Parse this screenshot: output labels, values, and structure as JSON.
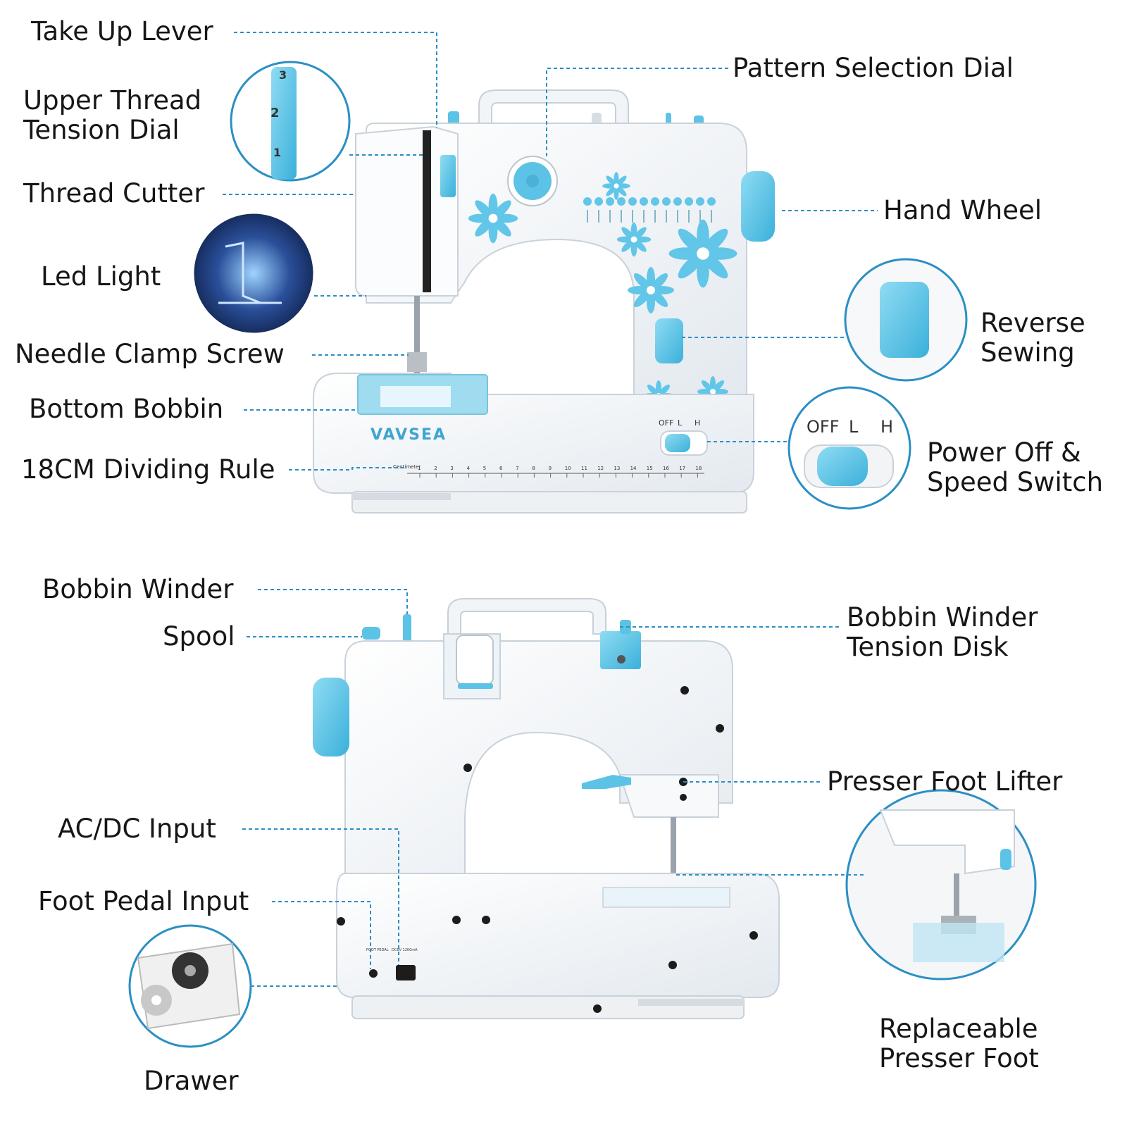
{
  "brand": "VAVSEA",
  "colors": {
    "accent": "#5cc3e6",
    "accent_dark": "#2f9fcf",
    "leader": "#2b8fc4",
    "body": "#f4f7fa"
  },
  "top_labels": {
    "take_up_lever": "Take Up Lever",
    "upper_thread_tension_dial": [
      "Upper Thread",
      "Tension Dial"
    ],
    "thread_cutter": "Thread Cutter",
    "led_light": "Led Light",
    "needle_clamp_screw": "Needle Clamp Screw",
    "bottom_bobbin": "Bottom Bobbin",
    "dividing_rule": "18CM Dividing Rule",
    "pattern_selection_dial": "Pattern Selection Dial",
    "hand_wheel": "Hand Wheel",
    "reverse_sewing": [
      "Reverse",
      "Sewing"
    ],
    "power_speed_switch": [
      "Power Off &",
      "Speed Switch"
    ]
  },
  "bottom_labels": {
    "bobbin_winder": "Bobbin Winder",
    "spool": "Spool",
    "ac_dc_input": "AC/DC Input",
    "foot_pedal_input": "Foot Pedal Input",
    "drawer": "Drawer",
    "bobbin_winder_tension_disk": [
      "Bobbin Winder",
      "Tension Disk"
    ],
    "presser_foot_lifter": "Presser Foot Lifter",
    "replaceable_presser_foot": [
      "Replaceable",
      "Presser Foot"
    ]
  },
  "switch_labels": {
    "off": "OFF",
    "low": "L",
    "high": "H"
  },
  "ruler": {
    "unit": "Centimeter",
    "ticks": [
      "1",
      "2",
      "3",
      "4",
      "5",
      "6",
      "7",
      "8",
      "9",
      "10",
      "11",
      "12",
      "13",
      "14",
      "15",
      "16",
      "17",
      "18"
    ]
  },
  "tension_dial_numbers": [
    "3",
    "2",
    "1"
  ],
  "rear_ports": {
    "foot_pedal": "FOOT PEDAL",
    "dc": "DC6V 1200mA"
  },
  "icons": [
    "led-light-icon",
    "spool-thread-icon",
    "bobbin-icon",
    "presser-foot-icon",
    "flower-decoration-icon"
  ]
}
